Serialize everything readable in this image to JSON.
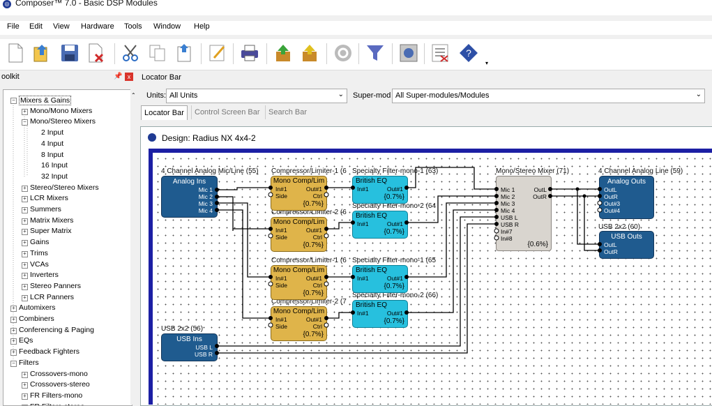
{
  "window": {
    "title": "Composer™ 7.0 - Basic DSP Modules"
  },
  "menu": [
    "File",
    "Edit",
    "View",
    "Hardware",
    "Tools",
    "Window",
    "Help"
  ],
  "toolbar_icons": [
    "new-file-icon",
    "open-file-icon",
    "save-icon",
    "close-file-icon",
    "cut-icon",
    "copy-icon",
    "paste-icon",
    "edit-icon",
    "print-icon",
    "compile-icon",
    "send-icon",
    "refresh-icon",
    "filter-icon",
    "preview-icon",
    "list-icon",
    "help-icon"
  ],
  "toolkit": {
    "title": "oolkit",
    "pin": "ᵖ",
    "close": "x",
    "items": [
      {
        "label": "Mixers & Gains",
        "box": "-",
        "level": 0
      },
      {
        "label": "Mono/Mono Mixers",
        "box": "+",
        "level": 1
      },
      {
        "label": "Mono/Stereo Mixers",
        "box": "-",
        "level": 1
      },
      {
        "label": "2 Input",
        "box": "",
        "level": 2
      },
      {
        "label": "4 Input",
        "box": "",
        "level": 2
      },
      {
        "label": "8 Input",
        "box": "",
        "level": 2
      },
      {
        "label": "16 Input",
        "box": "",
        "level": 2
      },
      {
        "label": "32 Input",
        "box": "",
        "level": 2
      },
      {
        "label": "Stereo/Stereo Mixers",
        "box": "+",
        "level": 1
      },
      {
        "label": "LCR Mixers",
        "box": "+",
        "level": 1
      },
      {
        "label": "Summers",
        "box": "+",
        "level": 1
      },
      {
        "label": "Matrix Mixers",
        "box": "+",
        "level": 1
      },
      {
        "label": "Super Matrix",
        "box": "+",
        "level": 1
      },
      {
        "label": "Gains",
        "box": "+",
        "level": 1
      },
      {
        "label": "Trims",
        "box": "+",
        "level": 1
      },
      {
        "label": "VCAs",
        "box": "+",
        "level": 1
      },
      {
        "label": "Inverters",
        "box": "+",
        "level": 1
      },
      {
        "label": "Stereo Panners",
        "box": "+",
        "level": 1
      },
      {
        "label": "LCR Panners",
        "box": "+",
        "level": 1
      },
      {
        "label": "Automixers",
        "box": "+",
        "level": 0
      },
      {
        "label": "Combiners",
        "box": "+",
        "level": 0
      },
      {
        "label": "Conferencing & Paging",
        "box": "+",
        "level": 0
      },
      {
        "label": "EQs",
        "box": "+",
        "level": 0
      },
      {
        "label": "Feedback Fighters",
        "box": "+",
        "level": 0
      },
      {
        "label": "Filters",
        "box": "-",
        "level": 0
      },
      {
        "label": "Crossovers-mono",
        "box": "+",
        "level": 1
      },
      {
        "label": "Crossovers-stereo",
        "box": "+",
        "level": 1
      },
      {
        "label": "FR Filters-mono",
        "box": "+",
        "level": 1
      },
      {
        "label": "FR Filters-stereo",
        "box": "+",
        "level": 1
      }
    ]
  },
  "locator": {
    "title": "Locator Bar",
    "units_label": "Units:",
    "units_value": "All Units",
    "supermod_label": "Super-mod",
    "supermod_value": "All Super-modules/Modules",
    "tabs": [
      "Locator Bar",
      "Control Screen Bar",
      "Search Bar"
    ]
  },
  "design": {
    "title": "Design: Radius NX 4x4-2",
    "labels": {
      "analog_ins": "4 Channel Analog Mic/Line (55)",
      "comp1": "Compressor/Limiter-1 (6",
      "comp2": "Compressor/Limiter-2 (6",
      "comp3": "Compressor/Limiter-1 (6",
      "comp4": "Compressor/Limiter-2 (7",
      "spec1": "Specialty Filter-mono-1 (63)",
      "spec2": "Specialty Filter-mono-2 (64",
      "spec3": "Specialty Filter-mono-1 (65",
      "spec4": "Specialty Filter-mono-2 (66)",
      "mixer": "Mono/Stereo Mixer (71)",
      "analog_outs": "4 Channel Analog Line (59)",
      "usb_outs": "USB 2x2 (60)",
      "usb_ins": "USB 2x2 (56)"
    },
    "blocks": {
      "analog_ins": {
        "title": "Analog Ins",
        "ports": [
          "Mic 1",
          "Mic 2",
          "Mic 3",
          "Mic 4"
        ]
      },
      "comp": {
        "title": "Mono Comp/Lim",
        "in1": "In#1",
        "side": "Side",
        "out1": "Out#1",
        "ctrl": "Ctrl",
        "pct": "{0.7%}"
      },
      "eq": {
        "title": "British EQ",
        "in1": "In#1",
        "out1": "Out#1",
        "pct": "{0.7%}"
      },
      "mixer": {
        "inputs": [
          "Mic 1",
          "Mic 2",
          "Mic 3",
          "Mic 4",
          "USB L",
          "USB R",
          "In#7",
          "In#8"
        ],
        "outputs": [
          "OutL",
          "OutR"
        ],
        "pct": "{0.6%}"
      },
      "analog_outs": {
        "title": "Analog Outs",
        "ports": [
          "OutL",
          "OutR",
          "Out#3",
          "Out#4"
        ]
      },
      "usb_outs": {
        "title": "USB Outs",
        "ports": [
          "OutL",
          "OutR"
        ]
      },
      "usb_ins": {
        "title": "USB Ins",
        "ports": [
          "USB L",
          "USB R"
        ]
      }
    }
  },
  "colors": {
    "canvas_border": "#1c1fa4",
    "io_block": "#1f5b8f",
    "comp_block": "#dfb44a",
    "eq_block": "#27c0de",
    "mixer_block": "#d9d5cf"
  }
}
